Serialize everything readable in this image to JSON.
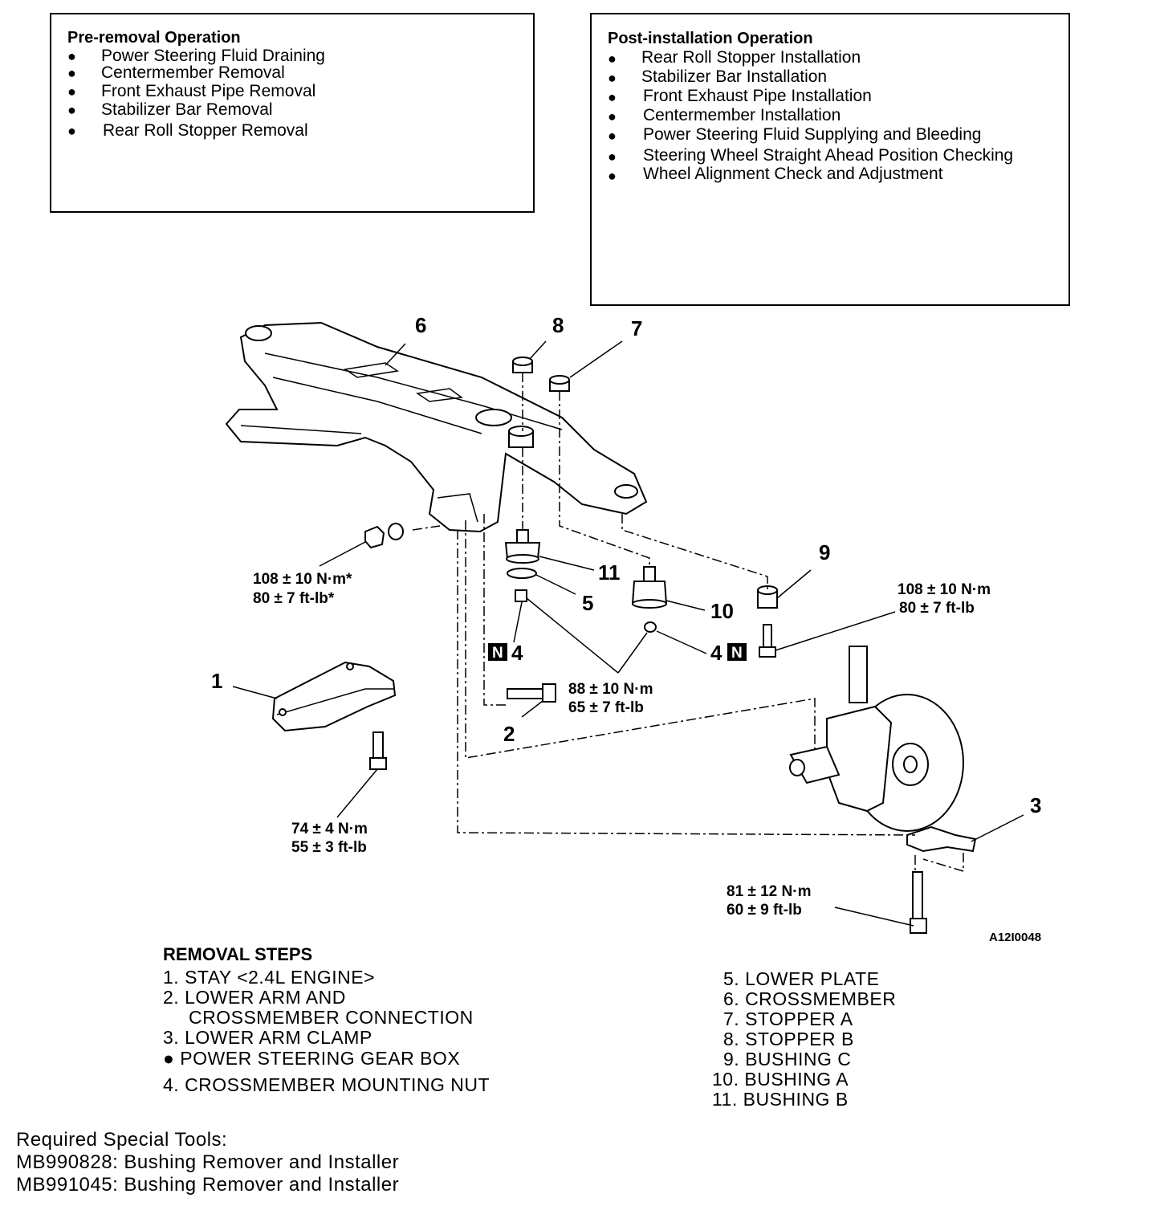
{
  "pre_removal": {
    "title": "Pre-removal Operation",
    "items": [
      "Power Steering Fluid Draining",
      "Centermember Removal",
      "Front Exhaust Pipe Removal",
      "Stabilizer Bar Removal",
      "Rear Roll Stopper Removal"
    ]
  },
  "post_installation": {
    "title": "Post-installation Operation",
    "items": [
      "Rear Roll Stopper Installation",
      "Stabilizer Bar Installation",
      "Front Exhaust Pipe Installation",
      "Centermember Installation",
      "Power Steering Fluid Supplying and Bleeding",
      "Steering Wheel Straight Ahead Position Checking",
      "Wheel Alignment Check and Adjustment"
    ]
  },
  "bullet_symbol": "●",
  "callouts": {
    "c1": "1",
    "c2": "2",
    "c3": "3",
    "c4a": "4",
    "c4b": "4",
    "c5": "5",
    "c6": "6",
    "c7": "7",
    "c8": "8",
    "c9": "9",
    "c10": "10",
    "c11": "11",
    "n_badge": "N"
  },
  "torques": {
    "t1_nm": "108 ± 10 N·m*",
    "t1_ft": "80 ± 7 ft-lb*",
    "t2_nm": "108 ± 10 N·m",
    "t2_ft": "80 ± 7 ft-lb",
    "t3_nm": "88 ± 10 N·m",
    "t3_ft": "65 ± 7 ft-lb",
    "t4_nm": "74 ± 4 N·m",
    "t4_ft": "55 ± 3 ft-lb",
    "t5_nm": "81 ± 12 N·m",
    "t5_ft": "60 ± 9 ft-lb"
  },
  "figure_ref": "A12I0048",
  "removal_steps": {
    "title": "REMOVAL STEPS",
    "left": [
      "1. STAY <2.4L ENGINE>",
      "2. LOWER ARM AND",
      "CROSSMEMBER CONNECTION",
      "3. LOWER ARM CLAMP",
      "● POWER STEERING GEAR BOX",
      "4. CROSSMEMBER MOUNTING NUT"
    ],
    "right": [
      "5. LOWER PLATE",
      "6. CROSSMEMBER",
      "7. STOPPER A",
      "8. STOPPER B",
      "9. BUSHING C",
      "10. BUSHING A",
      "11. BUSHING B"
    ]
  },
  "tools": {
    "heading": "Required Special Tools:",
    "items": [
      "MB990828: Bushing Remover and Installer",
      "MB991045: Bushing Remover and Installer"
    ]
  }
}
